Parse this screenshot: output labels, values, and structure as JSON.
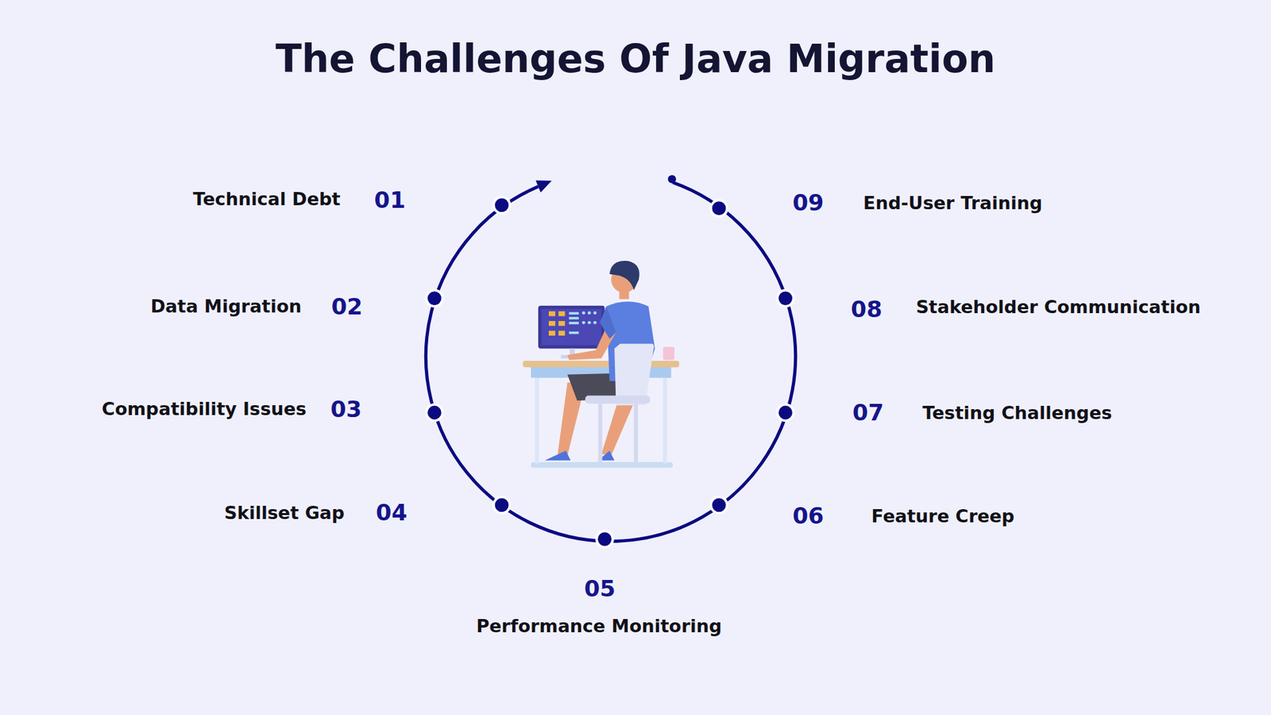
{
  "diagram": {
    "title": "The Challenges Of Java Migration",
    "labels": [
      "Technical Debt",
      "01",
      "Data Migration",
      "02",
      "Compatibility Issues",
      "03",
      "Skillset Gap",
      "04",
      "05",
      "Performance Monitoring",
      "06",
      "Feature Creep",
      "07",
      "Testing Challenges",
      "08",
      "Stakeholder Communication",
      "09",
      "End-User Training"
    ]
  }
}
